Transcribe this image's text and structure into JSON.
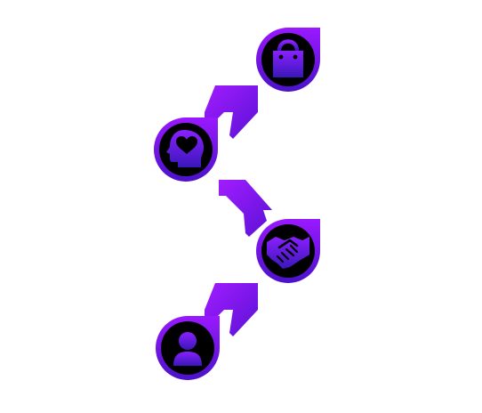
{
  "diagram": {
    "colors": {
      "gradient_top": "#9a19ff",
      "gradient_bottom": "#4a12c9",
      "node_fill": "#000000",
      "icon_top": "#8a20ff",
      "icon_bottom": "#3a17b9"
    },
    "nodes": [
      {
        "id": "bag",
        "icon": "shopping-bag-icon"
      },
      {
        "id": "mind",
        "icon": "head-heart-icon"
      },
      {
        "id": "deal",
        "icon": "handshake-icon"
      },
      {
        "id": "person",
        "icon": "user-icon"
      }
    ],
    "connectors": [
      {
        "from": "mind",
        "to": "bag",
        "icon": "chevron-arrow-icon"
      },
      {
        "from": "deal",
        "to": "mind",
        "icon": "chevron-arrow-icon"
      },
      {
        "from": "person",
        "to": "deal",
        "icon": "chevron-arrow-icon"
      }
    ]
  }
}
